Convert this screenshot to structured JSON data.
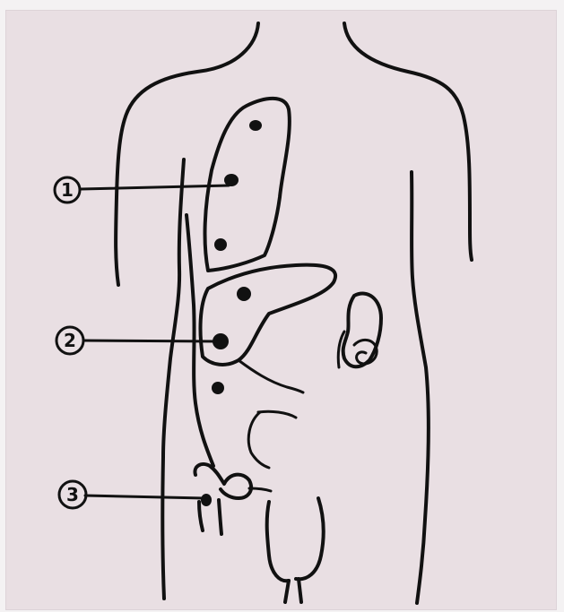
{
  "markers": [
    {
      "label": "1"
    },
    {
      "label": "2"
    },
    {
      "label": "3"
    }
  ],
  "colors": {
    "ink": "#111111",
    "paper": "#e9dfe3",
    "background": "#f4f2f3"
  }
}
